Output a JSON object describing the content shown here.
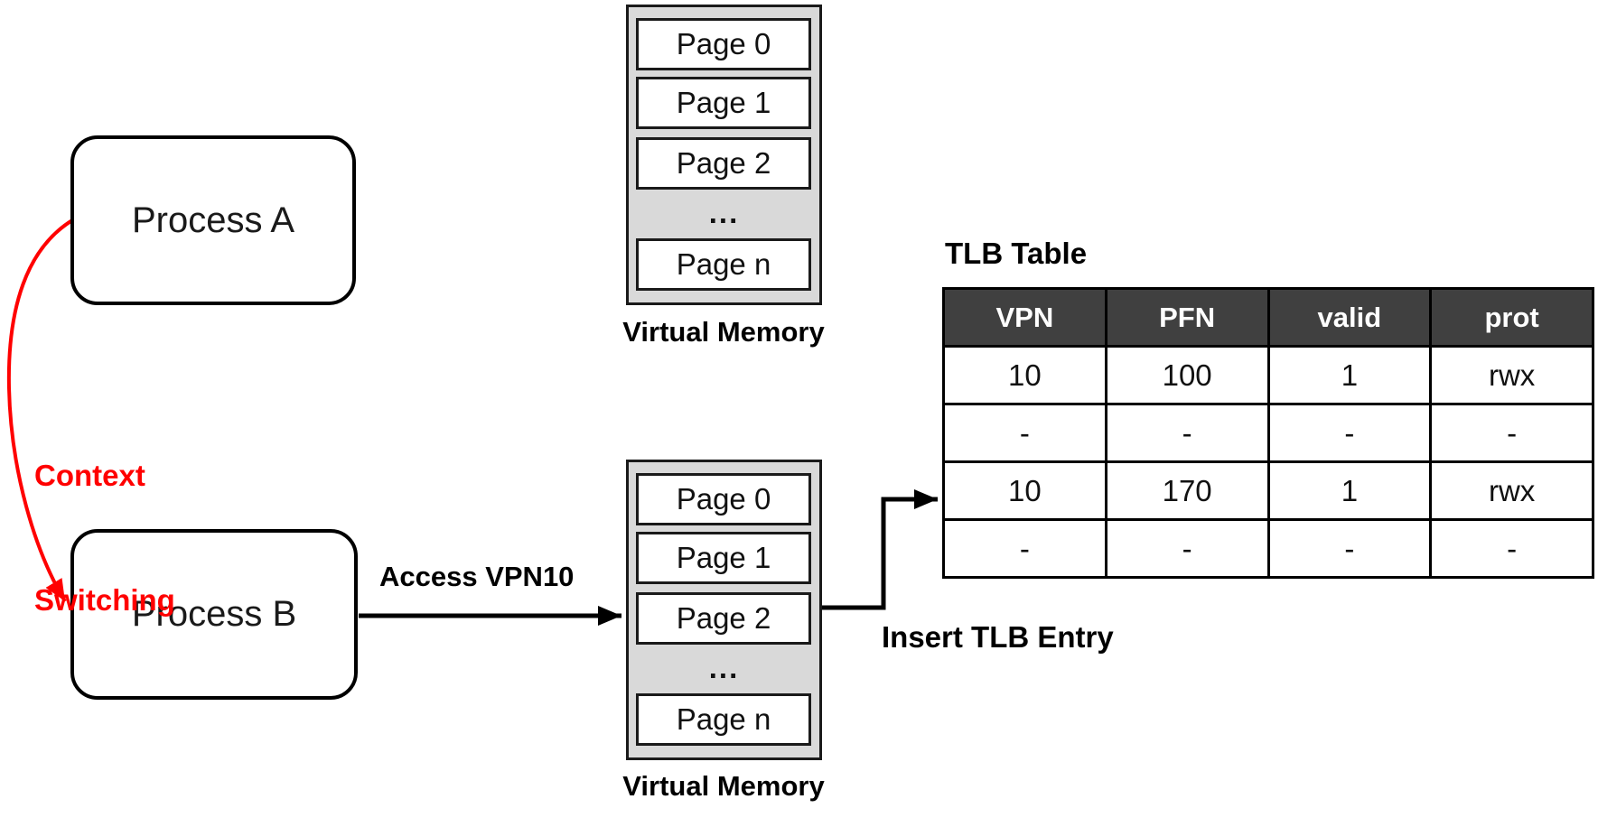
{
  "diagram": {
    "process_a": {
      "label": "Process A"
    },
    "process_b": {
      "label": "Process B"
    },
    "context_switching": {
      "line1": "Context",
      "line2": "Switching"
    },
    "access_label": "Access VPN10",
    "insert_label": "Insert TLB Entry",
    "vm_top": {
      "caption": "Virtual Memory",
      "pages": [
        "Page 0",
        "Page 1",
        "Page 2",
        "...",
        "Page n"
      ]
    },
    "vm_bottom": {
      "caption": "Virtual Memory",
      "pages": [
        "Page 0",
        "Page 1",
        "Page 2",
        "...",
        "Page n"
      ]
    },
    "tlb": {
      "title": "TLB Table",
      "columns": [
        "VPN",
        "PFN",
        "valid",
        "prot"
      ],
      "rows": [
        [
          "10",
          "100",
          "1",
          "rwx"
        ],
        [
          "-",
          "-",
          "-",
          "-"
        ],
        [
          "10",
          "170",
          "1",
          "rwx"
        ],
        [
          "-",
          "-",
          "-",
          "-"
        ]
      ]
    },
    "colors": {
      "context_arrow_red": "#ff0000",
      "vm_fill_gray": "#d9d9d9",
      "tlb_header_bg": "#404040",
      "tlb_header_text": "#ffffff",
      "line_black": "#000000"
    }
  }
}
